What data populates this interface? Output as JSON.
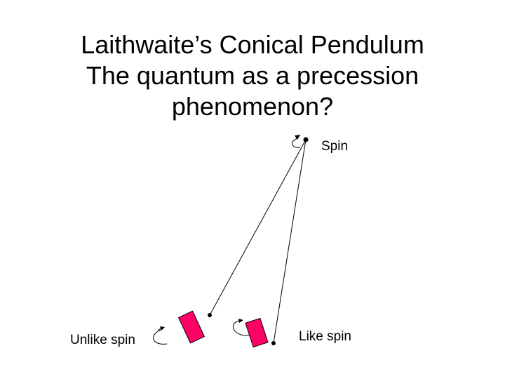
{
  "slide": {
    "title_lines": [
      "Laithwaite’s Conical Pendulum",
      "The quantum as a precession",
      "phenomenon?"
    ],
    "labels": {
      "spin": "Spin",
      "unlike_spin": "Unlike spin",
      "like_spin": "Like spin"
    }
  },
  "colors": {
    "block_fill": "#ff0066",
    "line": "#000000"
  }
}
